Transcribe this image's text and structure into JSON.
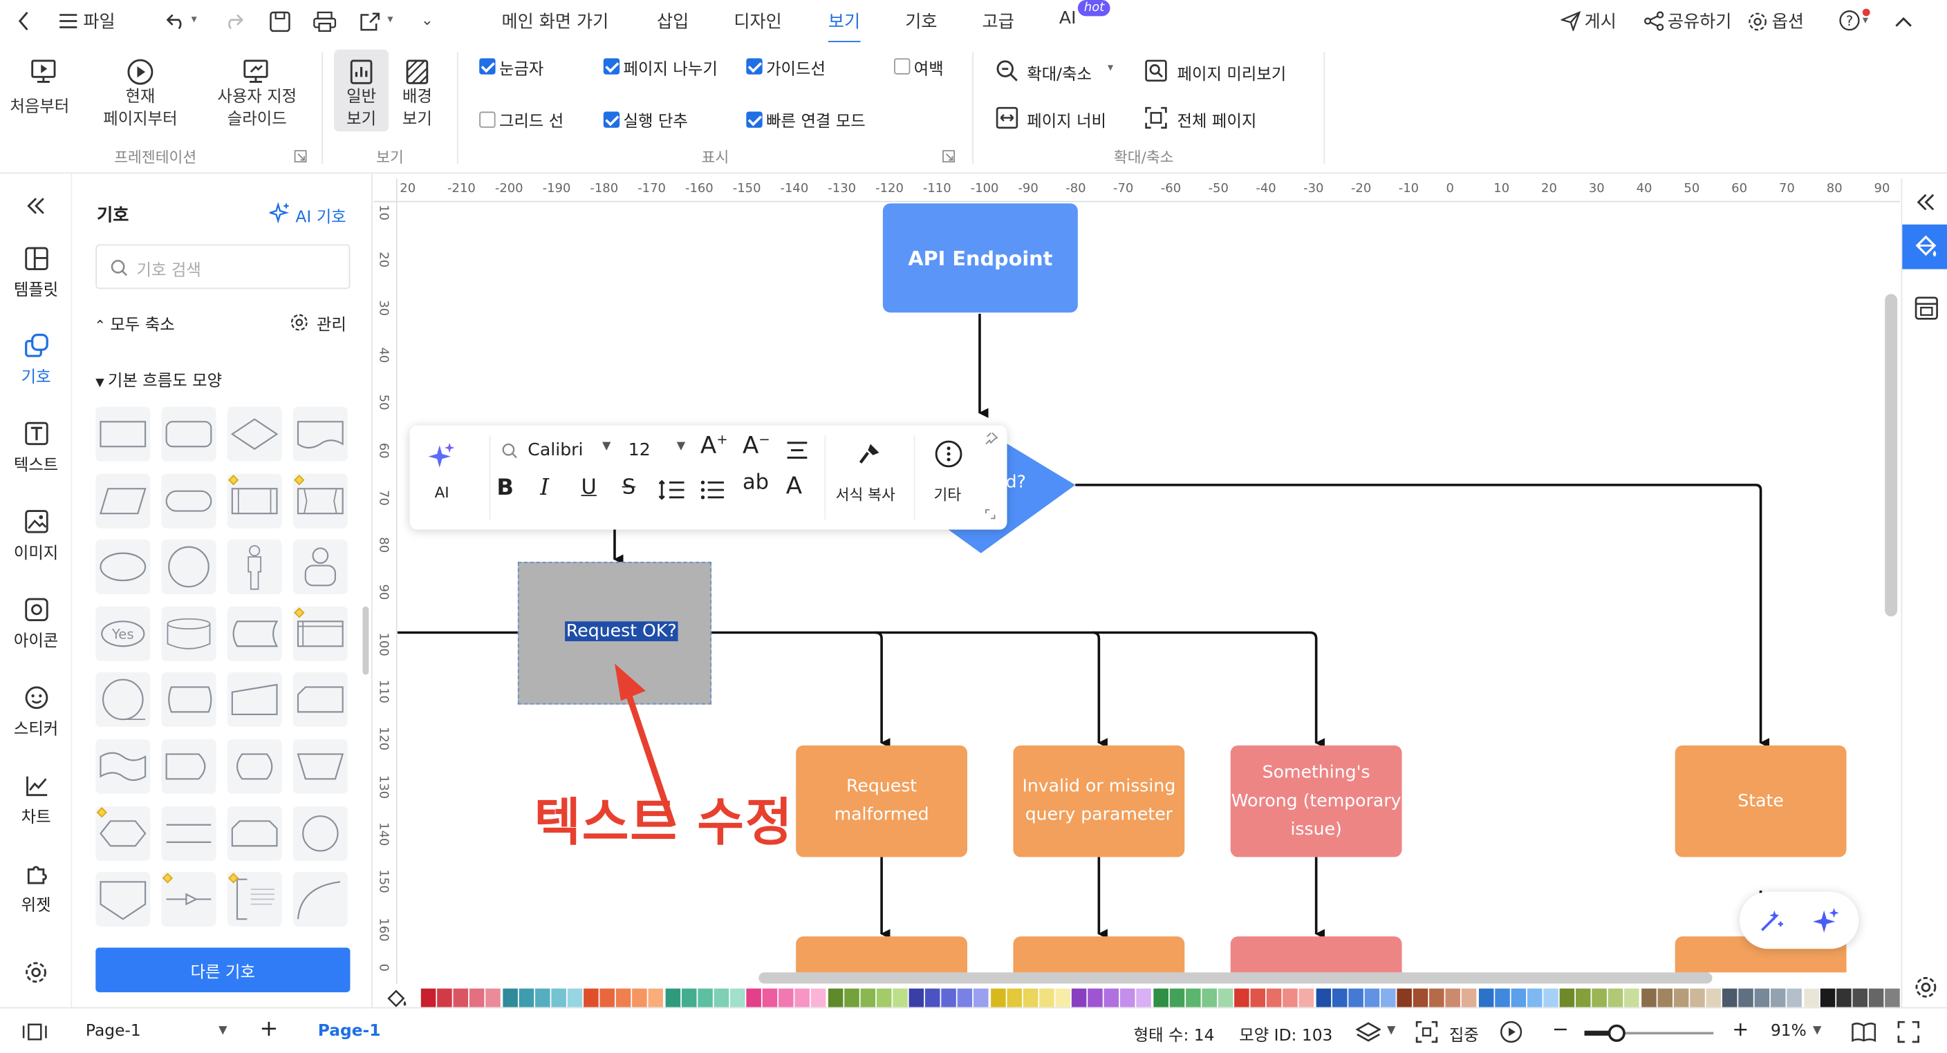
{
  "menu": {
    "file": "파일",
    "tabs": [
      "메인 화면 가기",
      "삽입",
      "디자인",
      "보기",
      "기호",
      "고급",
      "AI"
    ],
    "hot": "hot",
    "publish": "게시",
    "share": "공유하기",
    "options": "옵션"
  },
  "ribbon": {
    "from_start": "처음부터",
    "from_current": [
      "현재",
      "페이지부터"
    ],
    "custom_slides": [
      "사용자 지정",
      "슬라이드"
    ],
    "normal_view": [
      "일반",
      "보기"
    ],
    "bg_view": [
      "배경",
      "보기"
    ],
    "group_presentation": "프레젠테이션",
    "group_view": "보기",
    "checks": [
      {
        "label": "눈금자",
        "checked": true
      },
      {
        "label": "페이지 나누기",
        "checked": true
      },
      {
        "label": "가이드선",
        "checked": true
      },
      {
        "label": "여백",
        "checked": false
      },
      {
        "label": "그리드 선",
        "checked": false
      },
      {
        "label": "실행 단추",
        "checked": true
      },
      {
        "label": "빠른 연결 모드",
        "checked": true
      }
    ],
    "group_display": "표시",
    "zoom": "확대/축소",
    "page_preview": "페이지 미리보기",
    "page_width": "페이지 너비",
    "whole_page": "전체 페이지",
    "group_zoom": "확대/축소"
  },
  "left_nav": [
    "템플릿",
    "기호",
    "텍스트",
    "이미지",
    "아이콘",
    "스티커",
    "차트",
    "위젯"
  ],
  "library": {
    "title": "기호",
    "ai_symbols": "AI 기호",
    "search_placeholder": "기호 검색",
    "collapse_all": "모두 축소",
    "manage": "관리",
    "section": "기본 흐름도 모양",
    "yes_shape": "Yes",
    "more_symbols": "다른 기호"
  },
  "ruler": {
    "h": [
      "20",
      "-210",
      "-200",
      "-190",
      "-180",
      "-170",
      "-160",
      "-150",
      "-140",
      "-130",
      "-120",
      "-110",
      "-100",
      "-90",
      "-80",
      "-70",
      "-60",
      "-50",
      "-40",
      "-30",
      "-20",
      "-10",
      "0",
      "10",
      "20",
      "30",
      "40",
      "50",
      "60",
      "70",
      "80",
      "90"
    ],
    "v": [
      "10",
      "20",
      "30",
      "40",
      "50",
      "60",
      "70",
      "80",
      "90",
      "100",
      "110",
      "120",
      "130",
      "140",
      "150",
      "160",
      "0"
    ]
  },
  "diagram": {
    "api": "API Endpoint",
    "diamond_partial": "d?",
    "selected": "Request OK?",
    "n1": [
      "Request",
      "malformed"
    ],
    "n2": [
      "Invalid or missing",
      "query parameter"
    ],
    "n3": [
      "Something's",
      "Worong (temporary",
      "issue)"
    ],
    "n4": "State",
    "annotation": "텍스트 수정"
  },
  "toolbar": {
    "ai": "AI",
    "font": "Calibri",
    "size": "12",
    "format_painter": "서식 복사",
    "more": "기타"
  },
  "status": {
    "page_sel": "Page-1",
    "page_tab": "Page-1",
    "shape_count": "형태 수: 14",
    "shape_id": "모양 ID: 103",
    "focus": "집중",
    "zoom": "91%"
  },
  "palette": [
    "#c8202f",
    "#d13b48",
    "#d95563",
    "#e27081",
    "#ea8b9a",
    "#2f8a9a",
    "#3d9cae",
    "#54aec0",
    "#74c2d2",
    "#98d5e2",
    "#e04f2c",
    "#e8673d",
    "#ef7f4f",
    "#f59662",
    "#f9ad7a",
    "#2f9b7e",
    "#43ad8f",
    "#5cbfa1",
    "#7dd0b5",
    "#a1e0cb",
    "#e43f8b",
    "#ec5c9e",
    "#f278b1",
    "#f795c4",
    "#fbb3d7",
    "#5e8a2a",
    "#73a13a",
    "#8ab74f",
    "#a3cb69",
    "#bedf89",
    "#3a3fa8",
    "#4b53c2",
    "#6068d6",
    "#7a81e4",
    "#9aa0ef",
    "#d7b91d",
    "#e2c83a",
    "#ebd55a",
    "#f2e27f",
    "#f8eda6",
    "#8a3fc2",
    "#9d55d2",
    "#b070e0",
    "#c48eeb",
    "#d9b0f4",
    "#2f8f44",
    "#43a257",
    "#5cb56e",
    "#7dc78a",
    "#a2d9ab",
    "#d73a2f",
    "#e05449",
    "#e86f66",
    "#ef8c85",
    "#f5aca7",
    "#1f4fa8",
    "#2e64c2",
    "#4479d6",
    "#6193e4",
    "#86afee",
    "#8a3a1f",
    "#a04e2e",
    "#b66a48",
    "#cc8a6c",
    "#e0ad95",
    "#2d72c9",
    "#3f88dd",
    "#5aa0ea",
    "#7db8f2",
    "#a5d0f8",
    "#6f8a2a",
    "#83a03b",
    "#99b554",
    "#b1c974",
    "#cadd9a",
    "#8a6e4a",
    "#a0855f",
    "#b69d79",
    "#ccb798",
    "#e1d2bb",
    "#4a5a6a",
    "#5f7080",
    "#778898",
    "#93a2b0",
    "#b3bfca",
    "#e9e6d8",
    "#1a1a1a",
    "#333333",
    "#4d4d4d",
    "#666666",
    "#808080",
    "#999999",
    "#b3b3b3",
    "#cccccc",
    "#e6e6e6"
  ]
}
